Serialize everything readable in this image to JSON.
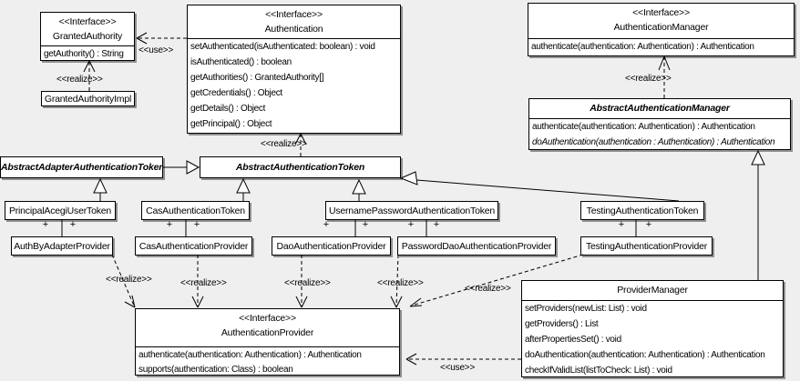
{
  "diagram": {
    "title": "UML class diagram - authentication",
    "background": "#efefef",
    "box_fill": "#ffffff",
    "box_border": "#000000",
    "shadow_color": "#8f8f8f",
    "labels": {
      "use": "<<use>>",
      "realize": "<<realize>>",
      "plus": "+"
    }
  },
  "classes": [
    {
      "id": "granted-authority",
      "stereotype": "<<Interface>>",
      "name": "GrantedAuthority",
      "methods": [
        "getAuthority() : String"
      ]
    },
    {
      "id": "granted-authority-impl",
      "name": "GrantedAuthorityImpl",
      "methods": []
    },
    {
      "id": "authentication",
      "stereotype": "<<Interface>>",
      "name": "Authentication",
      "methods": [
        "setAuthenticated(isAuthenticated: boolean) : void",
        "isAuthenticated() : boolean",
        "getAuthorities() : GrantedAuthority[]",
        "getCredentials() : Object",
        "getDetails() : Object",
        "getPrincipal() : Object"
      ]
    },
    {
      "id": "authentication-manager",
      "stereotype": "<<Interface>>",
      "name": "AuthenticationManager",
      "methods": [
        "authenticate(authentication: Authentication) : Authentication"
      ]
    },
    {
      "id": "abstract-authentication-manager",
      "name": "AbstractAuthenticationManager",
      "abstract": true,
      "methods": [
        "authenticate(authentication: Authentication) : Authentication",
        "doAuthentication(authentication : Authentication) : Authentication"
      ]
    },
    {
      "id": "abstract-adapter-authentication-token",
      "name": "AbstractAdapterAuthenticationToken",
      "abstract": true,
      "methods": []
    },
    {
      "id": "abstract-authentication-token",
      "name": "AbstractAuthenticationToken",
      "abstract": true,
      "methods": []
    },
    {
      "id": "principal-acegi-user-token",
      "name": "PrincipalAcegiUserToken",
      "methods": []
    },
    {
      "id": "cas-authentication-token",
      "name": "CasAuthenticationToken",
      "methods": []
    },
    {
      "id": "username-password-authentication-token",
      "name": "UsernamePasswordAuthenticationToken",
      "methods": []
    },
    {
      "id": "testing-authentication-token",
      "name": "TestingAuthenticationToken",
      "methods": []
    },
    {
      "id": "auth-by-adapter-provider",
      "name": "AuthByAdapterProvider",
      "methods": []
    },
    {
      "id": "cas-authentication-provider",
      "name": "CasAuthenticationProvider",
      "methods": []
    },
    {
      "id": "dao-authentication-provider",
      "name": "DaoAuthenticationProvider",
      "methods": []
    },
    {
      "id": "password-dao-authentication-provider",
      "name": "PasswordDaoAuthenticationProvider",
      "methods": []
    },
    {
      "id": "testing-authentication-provider",
      "name": "TestingAuthenticationProvider",
      "methods": []
    },
    {
      "id": "authentication-provider",
      "stereotype": "<<Interface>>",
      "name": "AuthenticationProvider",
      "methods": [
        "authenticate(authentication: Authentication) : Authentication",
        "supports(authentication: Class) : boolean"
      ]
    },
    {
      "id": "provider-manager",
      "name": "ProviderManager",
      "methods": [
        "setProviders(newList: List) : void",
        "getProviders() : List",
        "afterPropertiesSet() : void",
        "doAuthentication(authentication: Authentication) : Authentication",
        "checkIfValidList(listToCheck: List) : void"
      ]
    }
  ],
  "relationships": [
    {
      "type": "use",
      "from": "Authentication",
      "to": "GrantedAuthority",
      "label": "<<use>>"
    },
    {
      "type": "realize",
      "from": "GrantedAuthorityImpl",
      "to": "GrantedAuthority",
      "label": "<<realize>>"
    },
    {
      "type": "realize",
      "from": "AbstractAuthenticationToken",
      "to": "Authentication",
      "label": "<<realize>>"
    },
    {
      "type": "realize",
      "from": "AbstractAuthenticationManager",
      "to": "AuthenticationManager",
      "label": "<<realize>>"
    },
    {
      "type": "generalization",
      "from": "AbstractAdapterAuthenticationToken",
      "to": "AbstractAuthenticationToken"
    },
    {
      "type": "generalization",
      "from": "PrincipalAcegiUserToken",
      "to": "AbstractAdapterAuthenticationToken"
    },
    {
      "type": "generalization",
      "from": "CasAuthenticationToken",
      "to": "AbstractAuthenticationToken"
    },
    {
      "type": "generalization",
      "from": "UsernamePasswordAuthenticationToken",
      "to": "AbstractAuthenticationToken"
    },
    {
      "type": "generalization",
      "from": "TestingAuthenticationToken",
      "to": "AbstractAuthenticationToken"
    },
    {
      "type": "generalization",
      "from": "ProviderManager",
      "to": "AbstractAuthenticationManager"
    },
    {
      "type": "association",
      "from": "PrincipalAcegiUserToken",
      "to": "AuthByAdapterProvider",
      "end_labels": [
        "+",
        "+"
      ]
    },
    {
      "type": "association",
      "from": "CasAuthenticationToken",
      "to": "CasAuthenticationProvider",
      "end_labels": [
        "+",
        "+"
      ]
    },
    {
      "type": "association",
      "from": "UsernamePasswordAuthenticationToken",
      "to": "DaoAuthenticationProvider",
      "end_labels": [
        "+",
        "+"
      ]
    },
    {
      "type": "association",
      "from": "UsernamePasswordAuthenticationToken",
      "to": "PasswordDaoAuthenticationProvider",
      "end_labels": [
        "+",
        "+"
      ]
    },
    {
      "type": "association",
      "from": "TestingAuthenticationToken",
      "to": "TestingAuthenticationProvider",
      "end_labels": [
        "+",
        "+"
      ]
    },
    {
      "type": "realize",
      "from": "AuthByAdapterProvider",
      "to": "AuthenticationProvider",
      "label": "<<realize>>"
    },
    {
      "type": "realize",
      "from": "CasAuthenticationProvider",
      "to": "AuthenticationProvider",
      "label": "<<realize>>"
    },
    {
      "type": "realize",
      "from": "DaoAuthenticationProvider",
      "to": "AuthenticationProvider",
      "label": "<<realize>>"
    },
    {
      "type": "realize",
      "from": "PasswordDaoAuthenticationProvider",
      "to": "AuthenticationProvider",
      "label": "<<realize>>"
    },
    {
      "type": "realize",
      "from": "TestingAuthenticationProvider",
      "to": "AuthenticationProvider",
      "label": "<<realize>>"
    },
    {
      "type": "use",
      "from": "ProviderManager",
      "to": "AuthenticationProvider",
      "label": "<<use>>"
    }
  ]
}
